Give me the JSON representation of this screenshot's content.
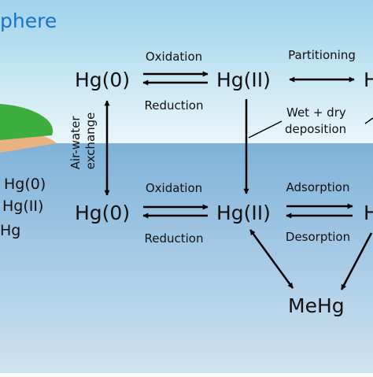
{
  "colors": {
    "sky_top": "#9fd3ea",
    "sky_bottom": "#eaf6fb",
    "water_top": "#7fb2d8",
    "water_bottom": "#cfe3f1",
    "land": "#3dae3d",
    "shore": "#e9b482",
    "title": "#1a73c9",
    "arrow": "#000000"
  },
  "title": "phere",
  "labels": {
    "hg0_atmos": "Hg(0)",
    "hgII_atmos": "Hg(II)",
    "hg_atmos_partial": "H",
    "hg0_water": "Hg(0)",
    "hgII_water": "Hg(II)",
    "hg_water_partial": "H",
    "mehg": "MeHg",
    "oxidation_top": "Oxidation",
    "reduction_top": "Reduction",
    "partitioning": "Partitioning",
    "air_water_line1": "Air-water",
    "air_water_line2": "exchange",
    "wet_dry_line1": "Wet + dry",
    "wet_dry_line2": "deposition",
    "oxidation_bottom": "Oxidation",
    "reduction_bottom": "Reduction",
    "adsorption": "Adsorption",
    "desorption": "Desorption",
    "left_hg0": "Hg(0)",
    "left_hgII": "Hg(II)",
    "left_hg": "Hg"
  }
}
